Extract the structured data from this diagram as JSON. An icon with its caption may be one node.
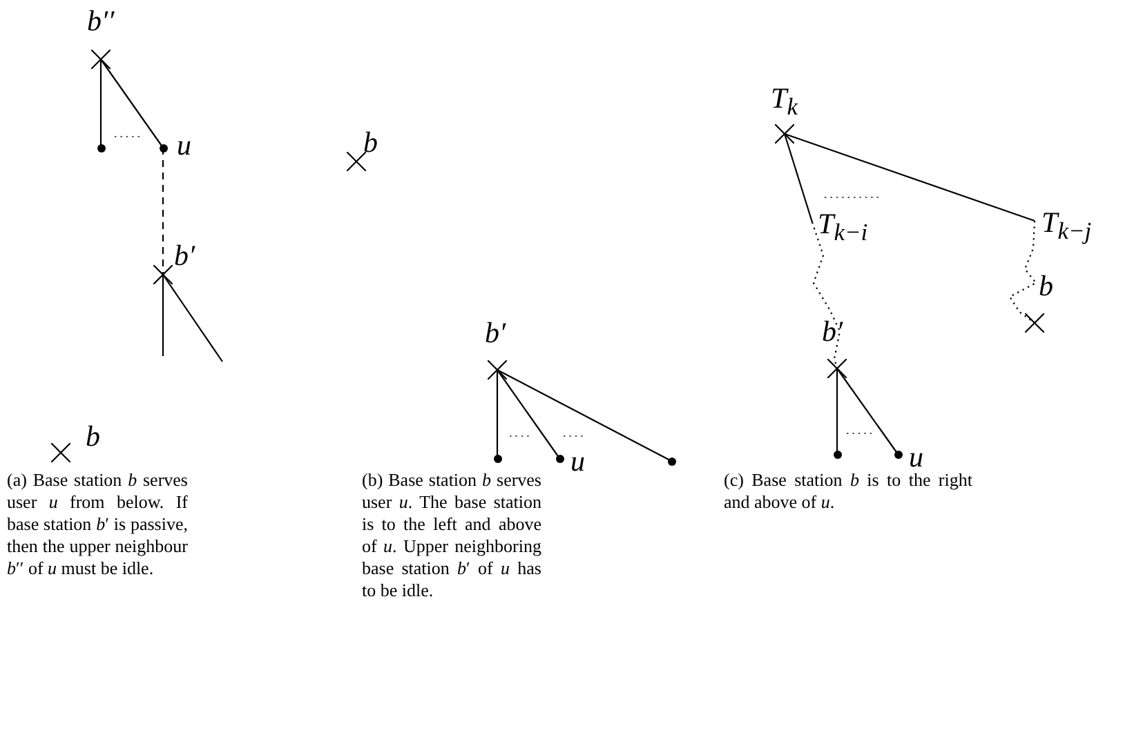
{
  "diagram": {
    "nodes": [
      {
        "text": [
          "b′′"
        ]
      },
      {
        "text": [],
        "shape": "circle"
      },
      {
        "text": [
          "u"
        ]
      },
      {
        "text": [
          "b′"
        ]
      },
      {
        "text": [
          "b"
        ]
      },
      {
        "text": [
          "b"
        ]
      },
      {
        "text": [
          "b′"
        ]
      },
      {
        "text": [],
        "shape": "circle"
      },
      {
        "text": [
          "u"
        ]
      },
      {
        "text": [],
        "shape": "circle"
      },
      {
        "text": [
          "T$_{k}$"
        ]
      },
      {
        "text": [
          "T$_{k−i}$"
        ]
      },
      {
        "text": [
          "T$_{k−j}$"
        ]
      },
      {
        "text": [
          "b′"
        ]
      },
      {
        "text": [
          "b"
        ]
      },
      {
        "text": [],
        "shape": "circle"
      },
      {
        "text": [
          "u"
        ]
      }
    ],
    "edges": [
      {
        "from": 0,
        "to": 1,
        "arrow": "none"
      },
      {
        "from": 0,
        "to": 2,
        "arrow": "none"
      },
      {
        "from": 2,
        "to": 3,
        "arrow": "none",
        "style": "dashed"
      },
      {
        "from": 3,
        "to": null,
        "arrow": "none"
      },
      {
        "from": 3,
        "to": null,
        "arrow": "none"
      },
      {
        "from": 6,
        "to": 7,
        "arrow": "none"
      },
      {
        "from": 6,
        "to": 8,
        "arrow": "none"
      },
      {
        "from": 6,
        "to": 9,
        "arrow": "none"
      },
      {
        "from": 10,
        "to": 11,
        "arrow": "none"
      },
      {
        "from": 10,
        "to": 12,
        "arrow": "none"
      },
      {
        "from": 11,
        "to": 13,
        "arrow": "none",
        "style": "dashed"
      },
      {
        "from": 12,
        "to": 14,
        "arrow": "none",
        "style": "dashed"
      },
      {
        "from": 13,
        "to": 15,
        "arrow": "none"
      },
      {
        "from": 13,
        "to": 16,
        "arrow": "none"
      }
    ],
    "labels": [
      "(a) Base station *b* serves user *u* from below. If base station *b*′ is passive, then the upper neighbour *b*′′ of *u* must be idle.",
      "(b) Base station *b* serves user *u*. The base station is to the left and above of *u*. Upper neighboring base station *b*′ of *u* has to be idle.",
      "(c) Base station *b* is to the right and above of *u*."
    ]
  }
}
